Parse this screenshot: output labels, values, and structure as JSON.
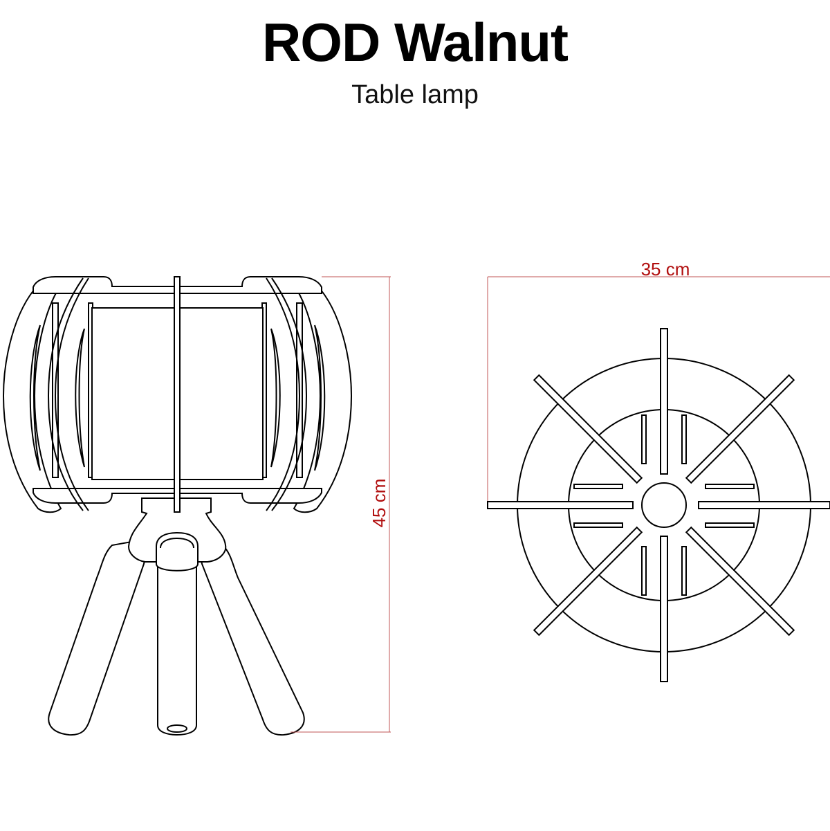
{
  "header": {
    "title": "ROD Walnut",
    "subtitle": "Table lamp"
  },
  "dimensions": {
    "height_label": "45 cm",
    "width_label": "35 cm"
  },
  "colors": {
    "dimension_text": "#b10e0e",
    "dimension_line": "#c25555",
    "outline": "#000000"
  }
}
